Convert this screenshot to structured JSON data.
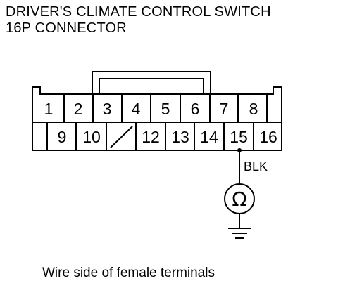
{
  "title": {
    "line1": "DRIVER'S CLIMATE CONTROL SWITCH",
    "line2": "16P CONNECTOR"
  },
  "connector": {
    "top_row": [
      "1",
      "2",
      "3",
      "4",
      "5",
      "6",
      "7",
      "8"
    ],
    "bottom_row": [
      "9",
      "10",
      "12",
      "13",
      "14",
      "15",
      "16"
    ]
  },
  "wire": {
    "color_label": "BLK"
  },
  "ohmmeter": {
    "symbol": "Ω"
  },
  "caption": "Wire side of female terminals"
}
